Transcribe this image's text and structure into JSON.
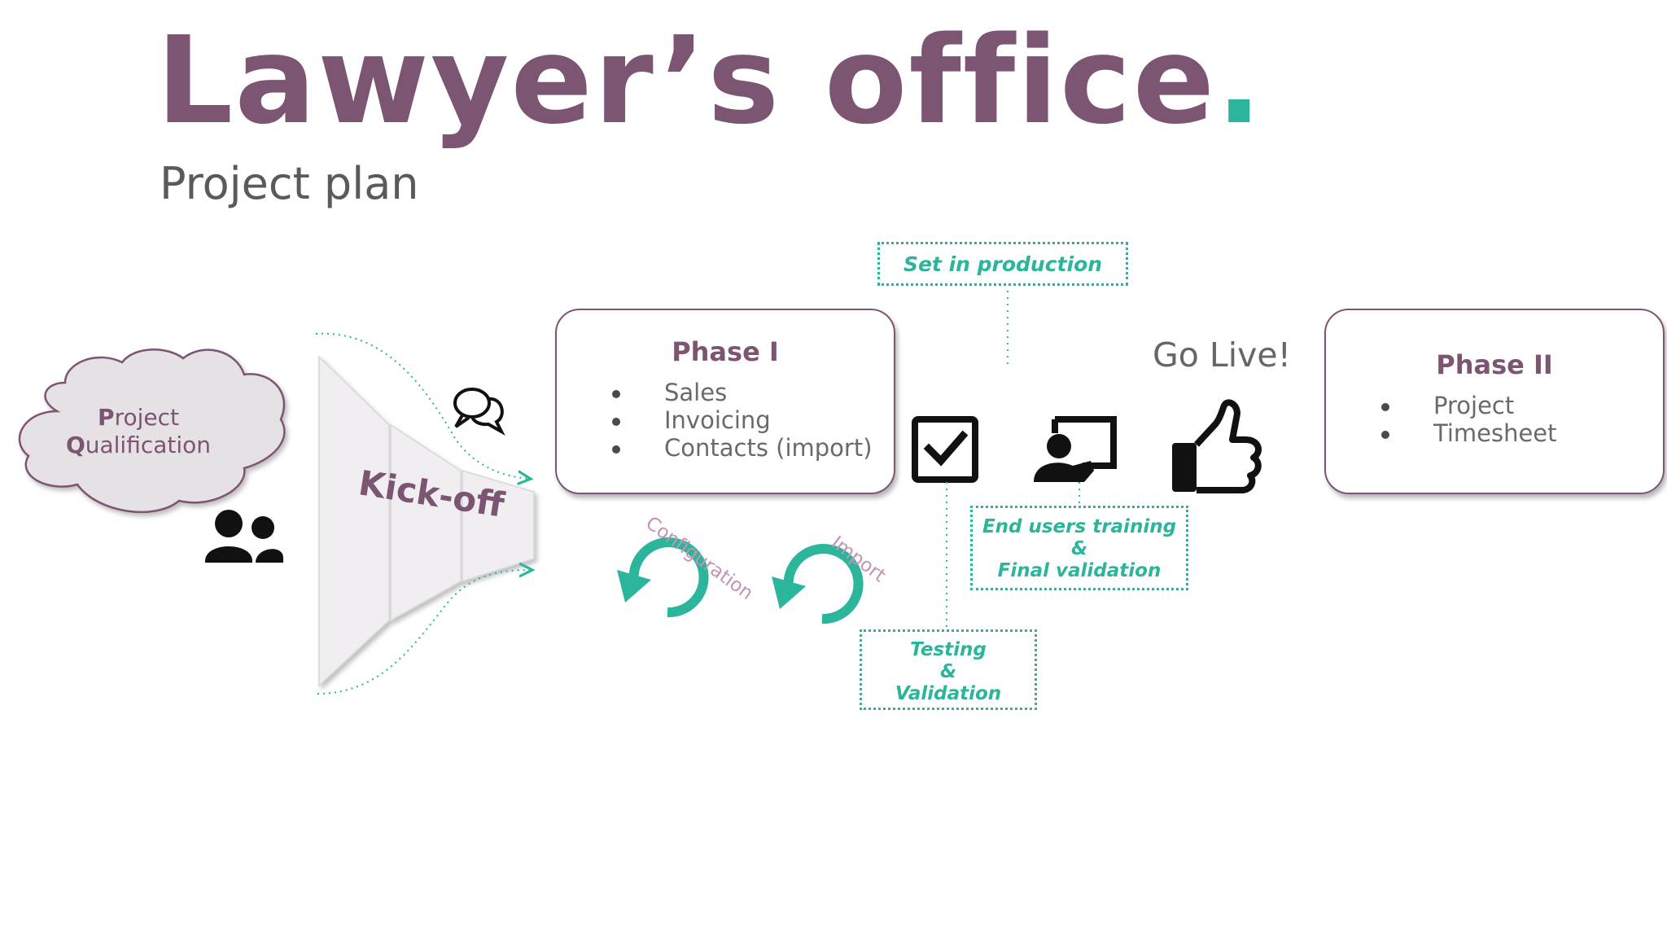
{
  "header": {
    "title": "Lawyer’s office",
    "title_dot": ".",
    "subtitle": "Project plan"
  },
  "cloud": {
    "line1_initial": "P",
    "line1_rest": "roject",
    "line2_initial": "Q",
    "line2_rest": "ualification"
  },
  "kickoff": {
    "label": "Kick-off"
  },
  "phase1": {
    "title": "Phase I",
    "items": [
      "Sales",
      "Invoicing",
      "Contacts (import)"
    ]
  },
  "phase2": {
    "title": "Phase II",
    "items": [
      "Project",
      "Timesheet"
    ]
  },
  "cycles": {
    "configuration": "Configuration",
    "import": "Import"
  },
  "milestones": {
    "set_in_production": "Set in production",
    "end_users_training": [
      "End users training",
      "&",
      "Final validation"
    ],
    "testing": [
      "Testing",
      "&",
      "Validation"
    ],
    "go_live": "Go Live!"
  },
  "icons": {
    "people": "people-icon",
    "chat": "chat-bubbles-icon",
    "checkbox": "checkbox-icon",
    "presentation": "presentation-icon",
    "thumbs_up": "thumbs-up-icon",
    "cycle": "refresh-cycle-icon"
  },
  "colors": {
    "accent_purple": "#7b5572",
    "accent_green": "#2bb59a",
    "label_pink": "#c493b6"
  }
}
